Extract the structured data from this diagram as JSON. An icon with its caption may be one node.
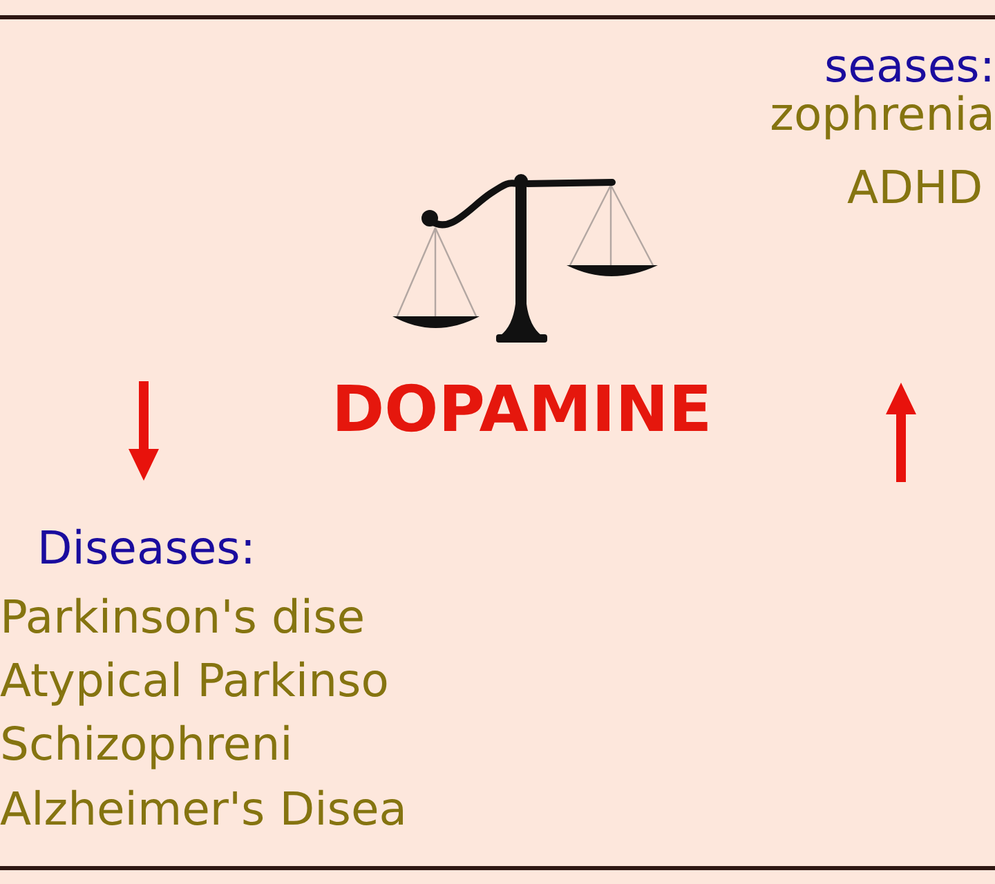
{
  "diagram": {
    "labels": [
      "seases:",
      "zophrenia",
      "ADHD",
      "DOPAMINE",
      "Diseases:",
      "Parkinson's dise",
      "Atypical Parkinso",
      "Schizophreni",
      "Alzheimer's Disea"
    ]
  }
}
